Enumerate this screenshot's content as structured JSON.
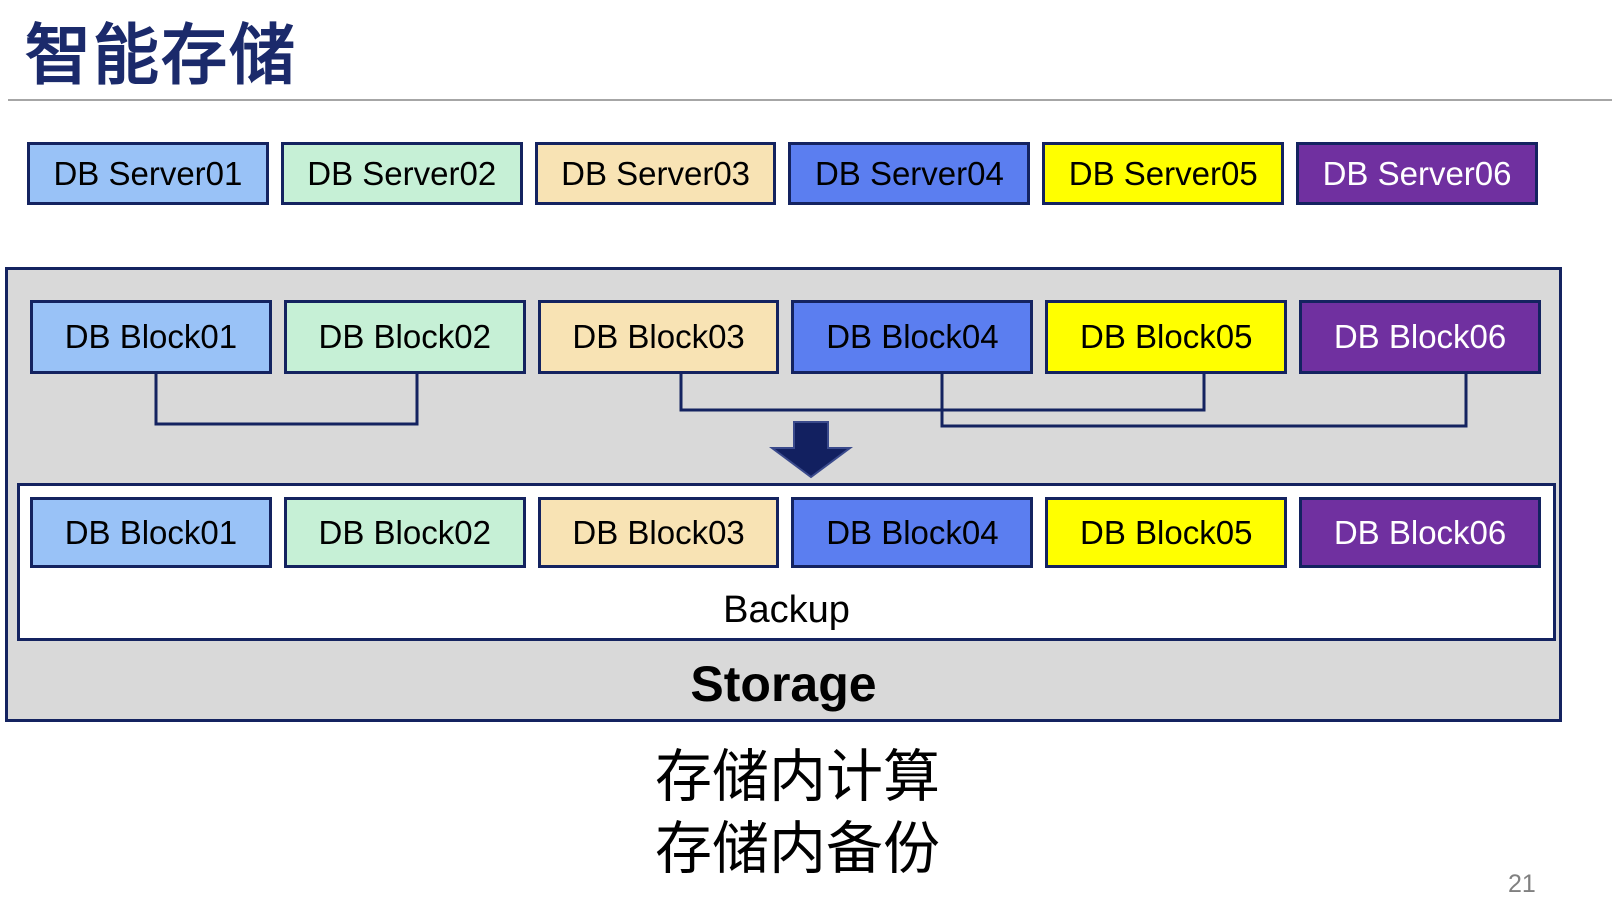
{
  "slide": {
    "title": "智能存储",
    "page_number": "21",
    "caption_line1": "存储内计算",
    "caption_line2": "存储内备份"
  },
  "colors": {
    "title_navy": "#1B2A6B",
    "border_navy": "#142360",
    "arrow_navy": "#122060",
    "container_gray": "#D9D9D9",
    "divider_gray": "#A6A6A6",
    "page_number_gray": "#808080"
  },
  "servers": [
    {
      "label": "DB Server01",
      "bg": "#99C2F7",
      "fg": "#000000"
    },
    {
      "label": "DB Server02",
      "bg": "#C6F0D6",
      "fg": "#000000"
    },
    {
      "label": "DB Server03",
      "bg": "#F8E3B4",
      "fg": "#000000"
    },
    {
      "label": "DB Server04",
      "bg": "#5B7EF0",
      "fg": "#000000"
    },
    {
      "label": "DB Server05",
      "bg": "#FFFF00",
      "fg": "#000000"
    },
    {
      "label": "DB Server06",
      "bg": "#7030A0",
      "fg": "#FFFFFF"
    }
  ],
  "storage": {
    "storage_label": "Storage",
    "backup_label": "Backup",
    "top_blocks": [
      {
        "label": "DB Block01",
        "bg": "#99C2F7",
        "fg": "#000000"
      },
      {
        "label": "DB Block02",
        "bg": "#C6F0D6",
        "fg": "#000000"
      },
      {
        "label": "DB Block03",
        "bg": "#F8E3B4",
        "fg": "#000000"
      },
      {
        "label": "DB Block04",
        "bg": "#5B7EF0",
        "fg": "#000000"
      },
      {
        "label": "DB Block05",
        "bg": "#FFFF00",
        "fg": "#000000"
      },
      {
        "label": "DB Block06",
        "bg": "#7030A0",
        "fg": "#FFFFFF"
      }
    ],
    "backup_blocks": [
      {
        "label": "DB Block01",
        "bg": "#99C2F7",
        "fg": "#000000"
      },
      {
        "label": "DB Block02",
        "bg": "#C6F0D6",
        "fg": "#000000"
      },
      {
        "label": "DB Block03",
        "bg": "#F8E3B4",
        "fg": "#000000"
      },
      {
        "label": "DB Block04",
        "bg": "#5B7EF0",
        "fg": "#000000"
      },
      {
        "label": "DB Block05",
        "bg": "#FFFF00",
        "fg": "#000000"
      },
      {
        "label": "DB Block06",
        "bg": "#7030A0",
        "fg": "#FFFFFF"
      }
    ]
  }
}
